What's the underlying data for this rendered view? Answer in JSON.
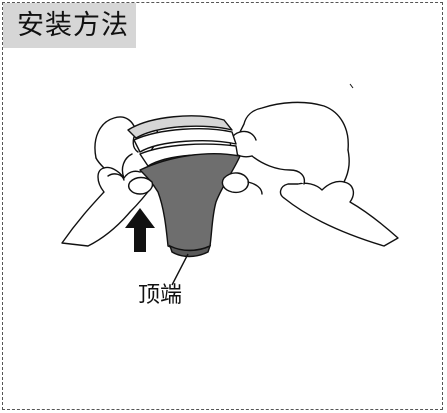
{
  "section": {
    "title": "安装方法"
  },
  "illustration": {
    "callout_label": "顶端",
    "arrow_direction": "up",
    "colors": {
      "cup": "#6e6e6e",
      "highlight": "#d6d6d6",
      "line": "#111111"
    }
  }
}
